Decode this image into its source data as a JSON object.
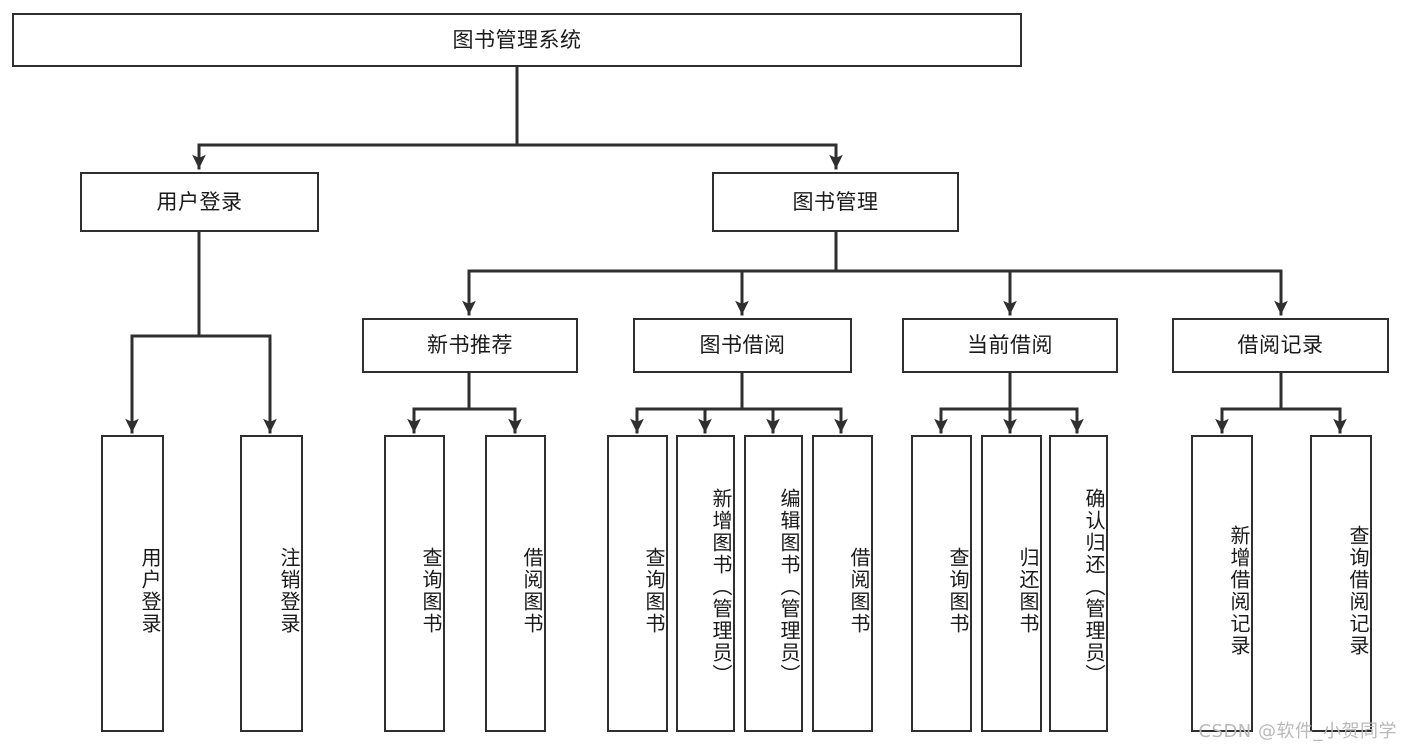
{
  "diagram": {
    "type": "tree-hierarchy",
    "title": "图书管理系统",
    "watermark": "CSDN @软件_小贺同学",
    "colors": {
      "box_border": "#2f2f2f",
      "box_fill": "#ffffff",
      "edge": "#2f2f2f",
      "text": "#1a1a1a",
      "watermark": "#b9b9b9",
      "background": "#ffffff"
    },
    "nodes": {
      "root": "图书管理系统",
      "level1": [
        "用户登录",
        "图书管理"
      ],
      "level2": [
        "新书推荐",
        "图书借阅",
        "当前借阅",
        "借阅记录"
      ],
      "leaves": {
        "user_login": [
          "用户登录",
          "注销登录"
        ],
        "new_book_recommend": [
          "查询图书",
          "借阅图书"
        ],
        "book_borrow": [
          "查询图书",
          "新增图书（管理员）",
          "编辑图书（管理员）",
          "借阅图书"
        ],
        "current_borrow": [
          "查询图书",
          "归还图书",
          "确认归还（管理员）"
        ],
        "borrow_record": [
          "新增借阅记录",
          "查询借阅记录"
        ]
      }
    }
  }
}
